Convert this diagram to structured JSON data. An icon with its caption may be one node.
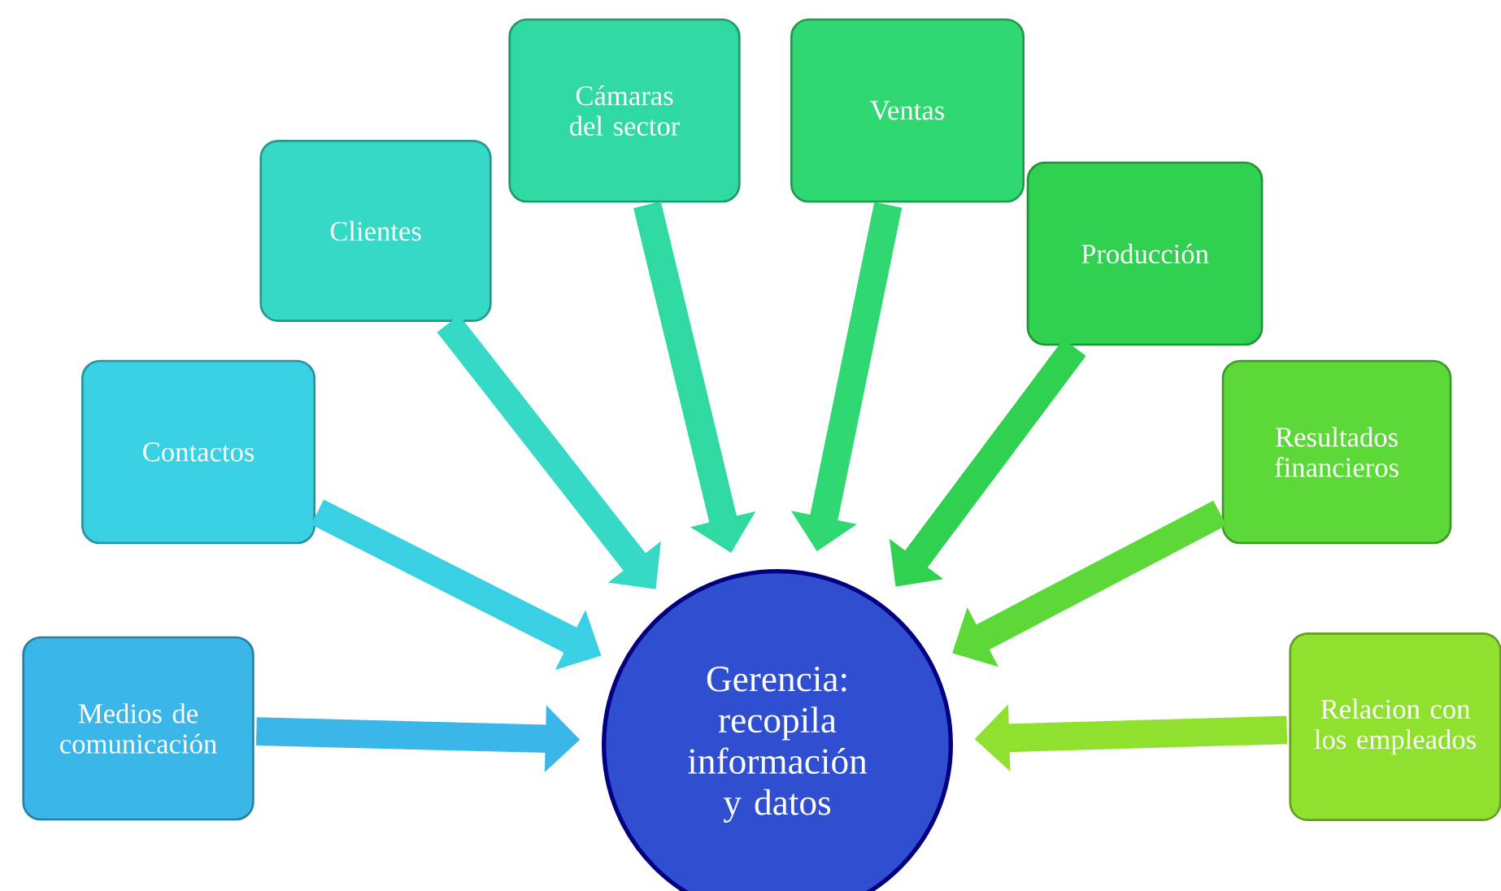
{
  "diagram": {
    "nodes": [
      {
        "text": [
          "Gerencia: recopila información y datos"
        ]
      },
      {
        "text": [
          "Medios de comunicación"
        ]
      },
      {
        "text": [
          "Contactos"
        ]
      },
      {
        "text": [
          "Clientes"
        ]
      },
      {
        "text": [
          "Cámaras del sector"
        ]
      },
      {
        "text": [
          "Ventas"
        ]
      },
      {
        "text": [
          "Producción"
        ]
      },
      {
        "text": [
          "Resultados financieros"
        ]
      },
      {
        "text": [
          "Relacion con los empleados"
        ]
      }
    ],
    "edges": [
      {
        "from": 1,
        "to": 0,
        "arrow": "to",
        "color": "#3ab6e8"
      },
      {
        "from": 2,
        "to": 0,
        "arrow": "to",
        "color": "#38d0e2"
      },
      {
        "from": 3,
        "to": 0,
        "arrow": "to",
        "color": "#36d8c6"
      },
      {
        "from": 4,
        "to": 0,
        "arrow": "to",
        "color": "#30d8a2"
      },
      {
        "from": 5,
        "to": 0,
        "arrow": "to",
        "color": "#30d872"
      },
      {
        "from": 6,
        "to": 0,
        "arrow": "to",
        "color": "#30d050"
      },
      {
        "from": 7,
        "to": 0,
        "arrow": "to",
        "color": "#5cd838"
      },
      {
        "from": 8,
        "to": 0,
        "arrow": "to",
        "color": "#90e030"
      }
    ]
  }
}
